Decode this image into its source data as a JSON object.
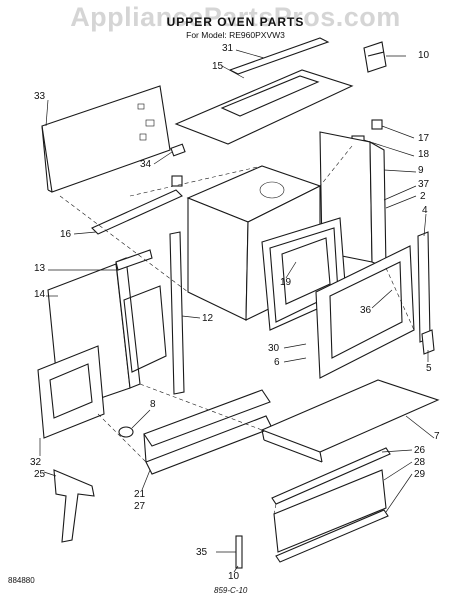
{
  "watermark": "AppliancePartsPros.com",
  "header": {
    "title": "UPPER OVEN PARTS",
    "model_line": "For Model: RE960PXVW3"
  },
  "callouts": [
    {
      "id": "c31",
      "text": "31"
    },
    {
      "id": "c15",
      "text": "15"
    },
    {
      "id": "c10a",
      "text": "10"
    },
    {
      "id": "c33",
      "text": "33"
    },
    {
      "id": "c17",
      "text": "17"
    },
    {
      "id": "c18",
      "text": "18"
    },
    {
      "id": "c34",
      "text": "34"
    },
    {
      "id": "c9",
      "text": "9"
    },
    {
      "id": "c37",
      "text": "37"
    },
    {
      "id": "c2",
      "text": "2"
    },
    {
      "id": "c16",
      "text": "16"
    },
    {
      "id": "c4",
      "text": "4"
    },
    {
      "id": "c13",
      "text": "13"
    },
    {
      "id": "c19",
      "text": "19"
    },
    {
      "id": "c14",
      "text": "14"
    },
    {
      "id": "c36",
      "text": "36"
    },
    {
      "id": "c12",
      "text": "12"
    },
    {
      "id": "c30",
      "text": "30"
    },
    {
      "id": "c6",
      "text": "6"
    },
    {
      "id": "c5",
      "text": "5"
    },
    {
      "id": "c8",
      "text": "8"
    },
    {
      "id": "c7",
      "text": "7"
    },
    {
      "id": "c26",
      "text": "26"
    },
    {
      "id": "c28",
      "text": "28"
    },
    {
      "id": "c29",
      "text": "29"
    },
    {
      "id": "c32",
      "text": "32"
    },
    {
      "id": "c25",
      "text": "25"
    },
    {
      "id": "c21",
      "text": "21"
    },
    {
      "id": "c27",
      "text": "27"
    },
    {
      "id": "c35",
      "text": "35"
    },
    {
      "id": "c10b",
      "text": "10"
    }
  ],
  "footer": {
    "code_left": "884880",
    "code_bottom": "859-C-10"
  }
}
